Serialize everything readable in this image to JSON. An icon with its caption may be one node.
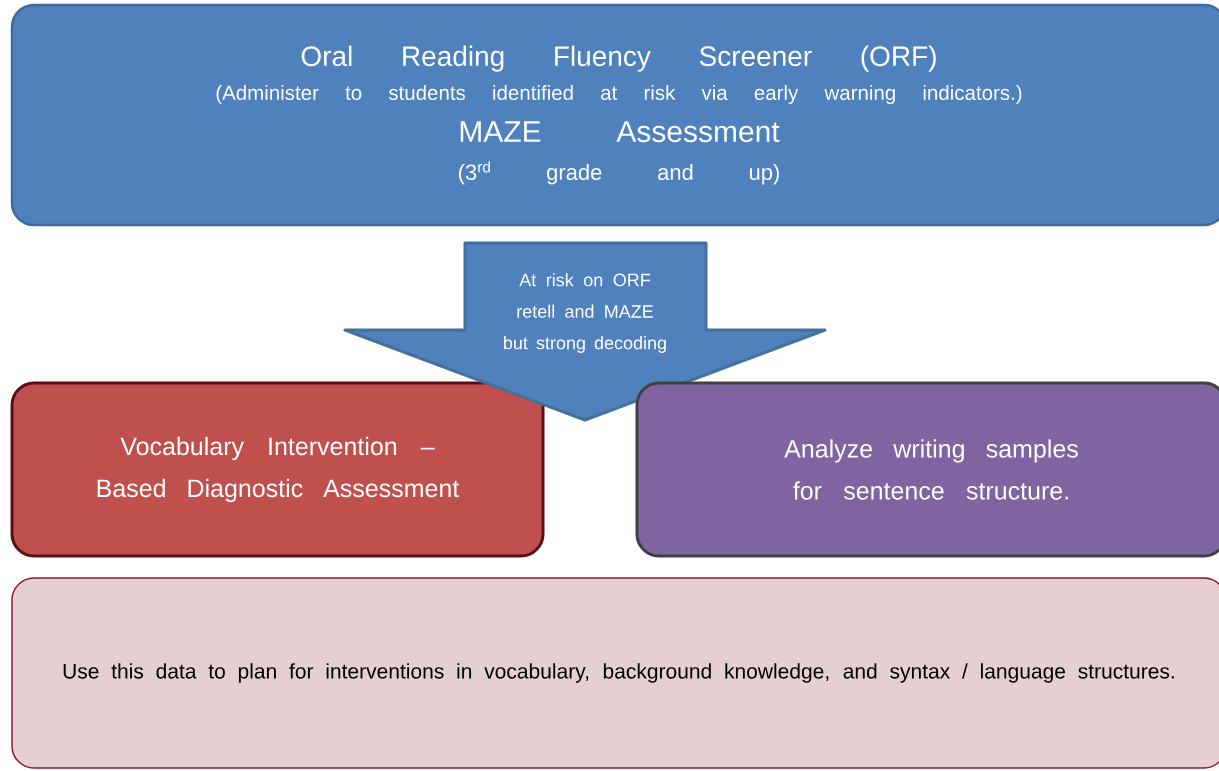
{
  "diagram": {
    "nodes": [
      {
        "text": [
          "Oral Reading Fluency Screener (ORF)",
          "(Administer to students identified at risk via early warning indicators.)",
          "MAZE Assessment",
          "(3$^{rd}$ grade and up)"
        ]
      },
      {
        "text": [
          "At risk on ORF retell and MAZE but strong decoding"
        ]
      },
      {
        "text": [
          "Vocabulary Intervention –Based Diagnostic Assessment"
        ]
      },
      {
        "text": [
          "Analyze writing samples for sentence structure."
        ]
      },
      {
        "text": [
          "Use this data to plan for interventions in vocabulary, background knowledge, and syntax / language structures."
        ]
      }
    ]
  }
}
